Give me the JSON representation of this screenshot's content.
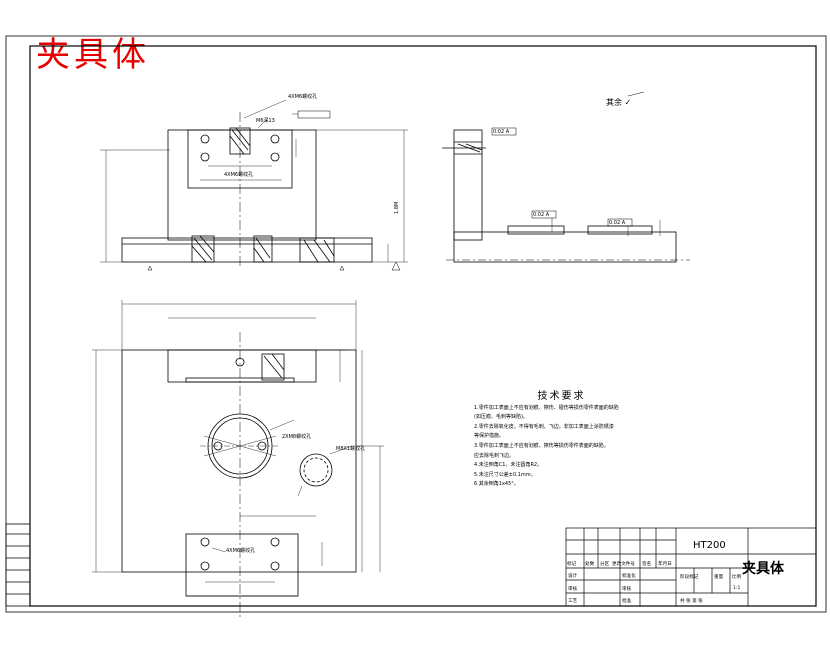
{
  "stamp": {
    "title": "夹具体"
  },
  "roughness_note": "其余",
  "technical_requirements": {
    "heading": "技术要求",
    "items": [
      "1.零件加工表面上不应有划痕、擦伤、碰伤等损伤零件表面的缺陷",
      "(如压痕、毛刺等缺陷)。",
      "2.零件去除氧化皮。不得有毛刺、飞边。非加工表面上涂防锈漆",
      "等保护措施。",
      "3.零件加工表面上不应有划痕、擦伤等损伤零件表面的缺陷，",
      "应去除毛刺飞边。",
      "4.未注倒角C1，未注圆角R2。",
      "5.未注尺寸公差±0.1mm。",
      "6.其余倒角1x45°。"
    ]
  },
  "title_block": {
    "material": "HT200",
    "drawing_name": "夹具体",
    "revision_row": [
      "标记",
      "处数",
      "分区",
      "更改文件号",
      "签名",
      "年月日"
    ],
    "rows": [
      [
        "设计",
        "",
        "标准化",
        ""
      ],
      [
        "审核",
        "",
        "审核",
        ""
      ],
      [
        "工艺",
        "",
        "批准",
        ""
      ]
    ],
    "stage_headers": [
      "阶段标记",
      "重量",
      "比例"
    ],
    "scale": "1:1",
    "sheet_info": "共 张 第 张"
  },
  "annotations": {
    "front_view": [
      "4XM6螺纹孔",
      "M6深13",
      "1.8M",
      "4XM6螺纹孔"
    ],
    "plan_view": [
      "4XM6螺纹孔",
      "2XM8螺纹孔",
      "M8X1螺纹孔"
    ],
    "side_view": [
      "0.02 A",
      "0.02 A",
      "0.02 A"
    ]
  }
}
